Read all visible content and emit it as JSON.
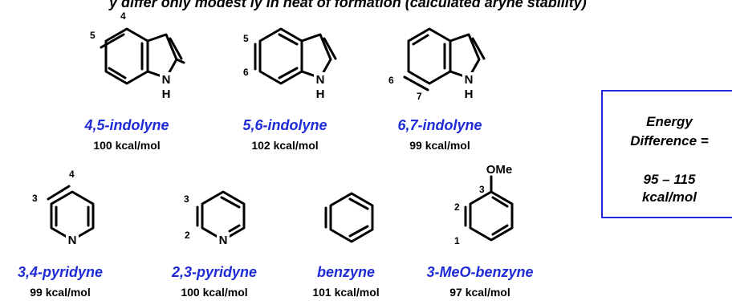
{
  "header_text": "y differ only modest ly in  heat  of  formation (calculated  aryne  stability)",
  "atoms": {
    "nitrogen": "N",
    "hydrogen": "H",
    "methoxy": "OMe"
  },
  "compounds": [
    {
      "name": "4,5-indolyne",
      "energy": "100 kcal/mol",
      "position_labels": [
        "4",
        "5"
      ]
    },
    {
      "name": "5,6-indolyne",
      "energy": "102 kcal/mol",
      "position_labels": [
        "5",
        "6"
      ]
    },
    {
      "name": "6,7-indolyne",
      "energy": "99 kcal/mol",
      "position_labels": [
        "6",
        "7"
      ]
    },
    {
      "name": "3,4-pyridyne",
      "energy": "99 kcal/mol",
      "position_labels": [
        "3",
        "4"
      ]
    },
    {
      "name": "2,3-pyridyne",
      "energy": "100 kcal/mol",
      "position_labels": [
        "3",
        "2"
      ]
    },
    {
      "name": "benzyne",
      "energy": "101 kcal/mol",
      "position_labels": []
    },
    {
      "name": "3-MeO-benzyne",
      "energy": "97 kcal/mol",
      "position_labels": [
        "3",
        "2",
        "1"
      ]
    }
  ],
  "energy_box": {
    "lines": [
      "Energy",
      "Difference =",
      "",
      "95 – 115",
      "kcal/mol"
    ]
  },
  "colors": {
    "name_blue": "#1f2bd6",
    "box_border": "#1f2bd6",
    "text": "#000000"
  }
}
